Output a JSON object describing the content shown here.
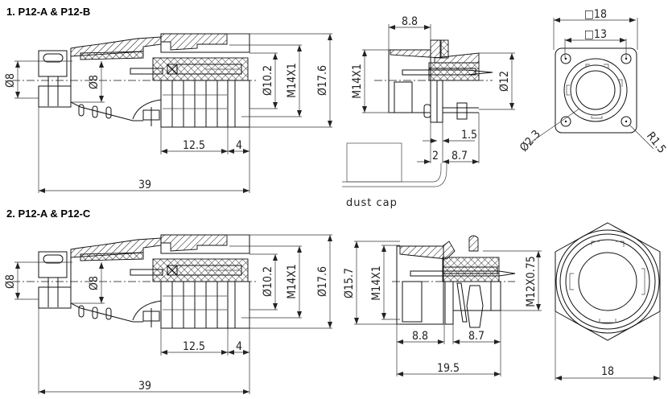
{
  "section1": {
    "title": "1. P12-A & P12-B",
    "plug_dims": {
      "cable_dia": "Ø8",
      "clamp_dia": "Ø8",
      "pin_dia": "Ø10.2",
      "thread": "M14X1",
      "outer_dia": "Ø17.6",
      "len_a": "12.5",
      "len_b": "4",
      "total": "39"
    },
    "socket_dims": {
      "flange": "8.8",
      "thread": "M14X1",
      "dia": "Ø12",
      "panel": "1.5",
      "gap": "2",
      "depth": "8.7"
    },
    "dust_cap_label": "dust cap",
    "front_dims": {
      "outer": "□18",
      "holes": "□13",
      "hole_dia": "Ø2.3",
      "radius": "R1.5"
    }
  },
  "section2": {
    "title": "2. P12-A & P12-C",
    "plug_dims": {
      "cable_dia": "Ø8",
      "clamp_dia": "Ø8",
      "pin_dia": "Ø10.2",
      "thread": "M14X1",
      "outer_dia": "Ø17.6",
      "len_a": "12.5",
      "len_b": "4",
      "total": "39"
    },
    "socket_dims": {
      "outer_dia": "Ø15.7",
      "thread": "M14X1",
      "rear_thread": "M12X0.75",
      "front_len": "8.8",
      "rear_len": "8.7",
      "total": "19.5"
    },
    "front_dims": {
      "hex": "18"
    }
  }
}
